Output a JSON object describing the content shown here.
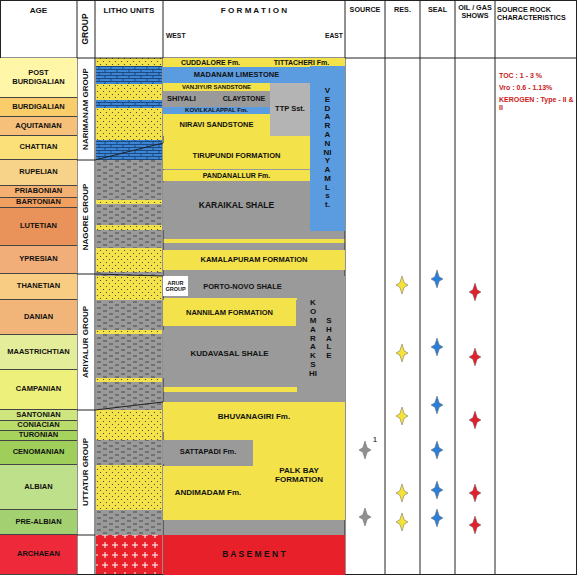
{
  "diagram": {
    "nodes": [
      {
        "text": [
          "POST BURDIGALIAN"
        ]
      },
      {
        "text": [
          "BURDIGALIAN"
        ]
      },
      {
        "text": [
          "AQUITANIAN"
        ]
      },
      {
        "text": [
          "CHATTIAN"
        ]
      },
      {
        "text": [
          "RUPELIAN"
        ]
      },
      {
        "text": [
          "PRIABONIAN"
        ]
      },
      {
        "text": [
          "BARTONIAN"
        ]
      },
      {
        "text": [
          "LUTETIAN"
        ]
      },
      {
        "text": [
          "YPRESIAN"
        ]
      },
      {
        "text": [
          "THANETIAN"
        ]
      },
      {
        "text": [
          "DANIAN"
        ]
      },
      {
        "text": [
          "MAASTRICHTIAN"
        ]
      },
      {
        "text": [
          "CAMPANIAN"
        ]
      },
      {
        "text": [
          "SANTONIAN"
        ]
      },
      {
        "text": [
          "CONIACIAN"
        ]
      },
      {
        "text": [
          "TURONIAN"
        ]
      },
      {
        "text": [
          "CENOMANIAN"
        ]
      },
      {
        "text": [
          "ALBIAN"
        ]
      },
      {
        "text": [
          "PRE-ALBIAN"
        ]
      },
      {
        "text": [
          "ARCHAEAN"
        ]
      },
      {
        "text": [
          "CUDDALORE Fm."
        ]
      },
      {
        "text": [
          "TITTACHERI Fm."
        ]
      },
      {
        "text": [
          "MADANAM LIMESTONE"
        ]
      },
      {
        "text": [
          "VANJIYUR SANDSTONE"
        ]
      },
      {
        "text": [
          "SHIYALI"
        ]
      },
      {
        "text": [
          "CLAYSTONE"
        ]
      },
      {
        "text": [
          "KOVILKALAPPAL Fm."
        ]
      },
      {
        "text": [
          "TTP Sst."
        ]
      },
      {
        "text": [
          "NIRAVI SANDSTONE"
        ]
      },
      {
        "text": [
          "VEDARANNIYAM Lst."
        ]
      },
      {
        "text": [
          "TIRUPUNDI FORMATION"
        ]
      },
      {
        "text": [
          "PANDANALLUR Fm."
        ]
      },
      {
        "text": [
          "KARAIKAL SHALE"
        ]
      },
      {
        "text": [
          "KAMALAPURAM FORMATION"
        ]
      },
      {
        "text": [
          "ARUR GROUP"
        ]
      },
      {
        "text": [
          "PORTO-NOVO SHALE"
        ]
      },
      {
        "text": [
          "KOMARAKSHI",
          "SHALE"
        ]
      },
      {
        "text": [
          "NANNILAM FORMATION"
        ]
      },
      {
        "text": [
          "KUDAVASAL SHALE"
        ]
      },
      {
        "text": [
          "BHUVANAGIRI Fm."
        ]
      },
      {
        "text": [
          "SATTAPADI Fm."
        ]
      },
      {
        "text": [
          "PALK BAY FORMATION"
        ]
      },
      {
        "text": [
          "ANDIMADAM Fm."
        ]
      },
      {
        "text": [
          "B A S E M E N T"
        ]
      }
    ],
    "labels": [
      "AGE",
      "GROUP",
      "LITHO UNITS",
      "F O R M A T I O N",
      "WEST",
      "EAST",
      "SOURCE",
      "RES.",
      "SEAL",
      "OIL / GAS SHOWS",
      "SOURCE ROCK CHARACTERISTICS",
      "NARIMANAM GROUP",
      "NAGORE GROUP",
      "ARIYALUR GROUP",
      "UTTATUR GROUP",
      "1",
      "TOC : 1 - 3 %",
      "Vro : 0.6 - 1.13%",
      "KEROGEN : Type - II & II"
    ]
  }
}
